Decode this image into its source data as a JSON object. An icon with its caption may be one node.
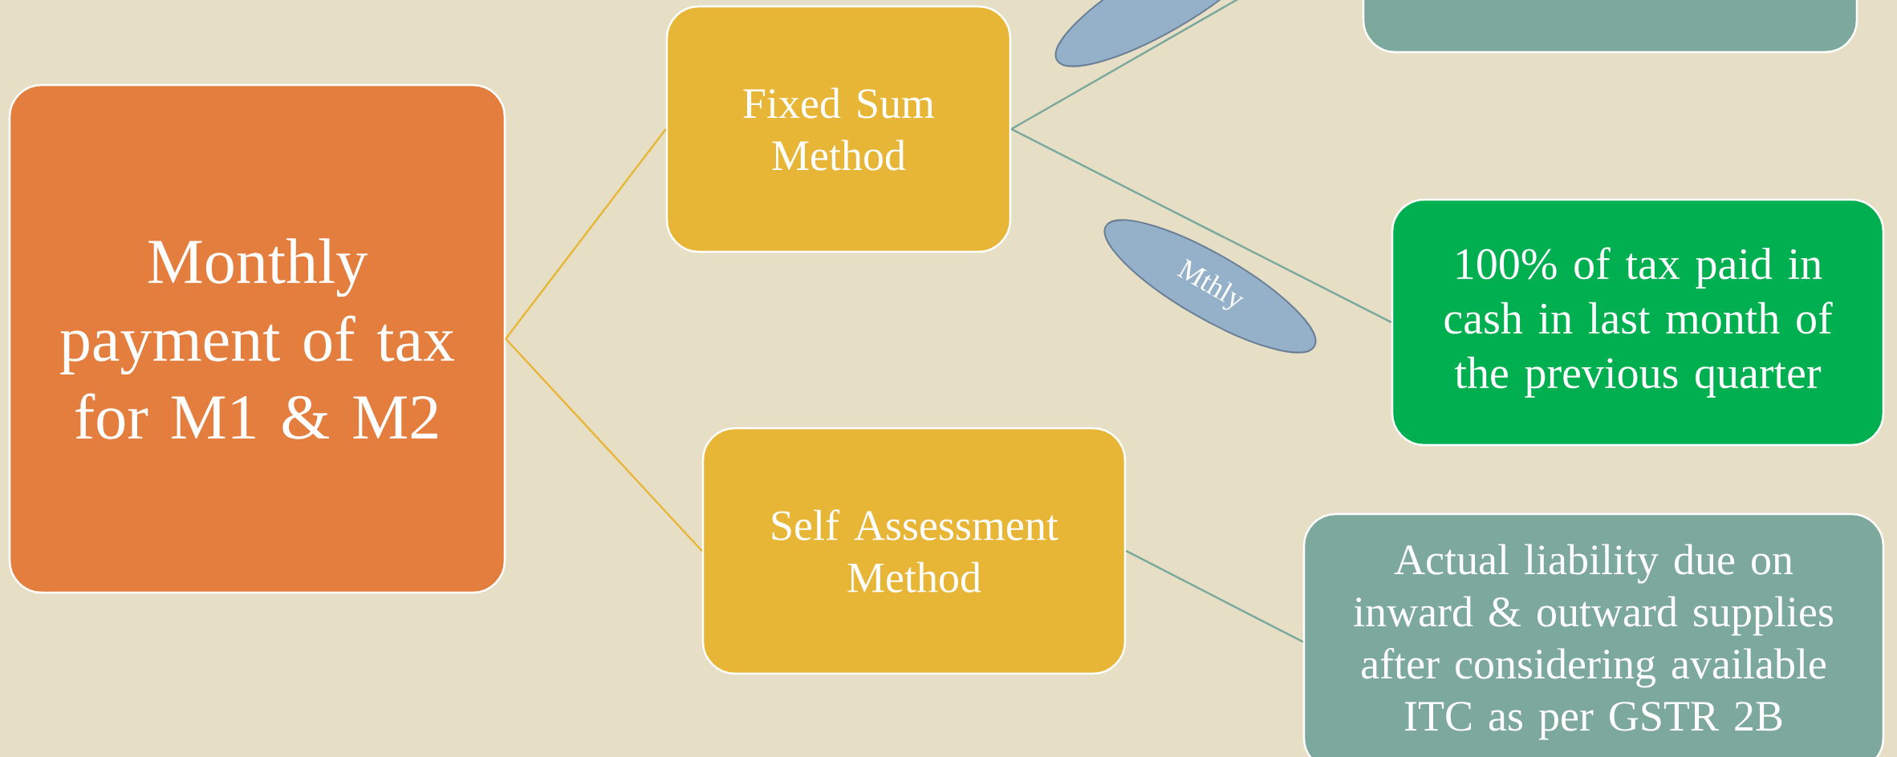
{
  "diagram": {
    "nodes": [
      {
        "text": [
          "Monthly payment of tax for M1 & M2"
        ]
      },
      {
        "text": [
          "Fixed Sum Method"
        ]
      },
      {
        "text": [
          "Self Assessment Method"
        ]
      },
      {
        "text": [],
        "shape": "box"
      },
      {
        "text": [
          "100% of tax paid in cash in last month of the previous quarter"
        ]
      },
      {
        "text": [
          "Actual liability due on inward & outward supplies after considering available ITC as per GSTR 2B"
        ]
      },
      {
        "text": [],
        "shape": "ellipse"
      },
      {
        "text": [
          "Mthly"
        ]
      }
    ],
    "edges": [
      {
        "from": 0,
        "to": 1,
        "arrow": "none",
        "color": "#e8b636"
      },
      {
        "from": 0,
        "to": 2,
        "arrow": "none",
        "color": "#e8b636"
      },
      {
        "from": 1,
        "to": 3,
        "arrow": "none"
      },
      {
        "from": 1,
        "to": 4,
        "arrow": "none"
      },
      {
        "from": 2,
        "to": 5,
        "arrow": "none"
      }
    ]
  }
}
